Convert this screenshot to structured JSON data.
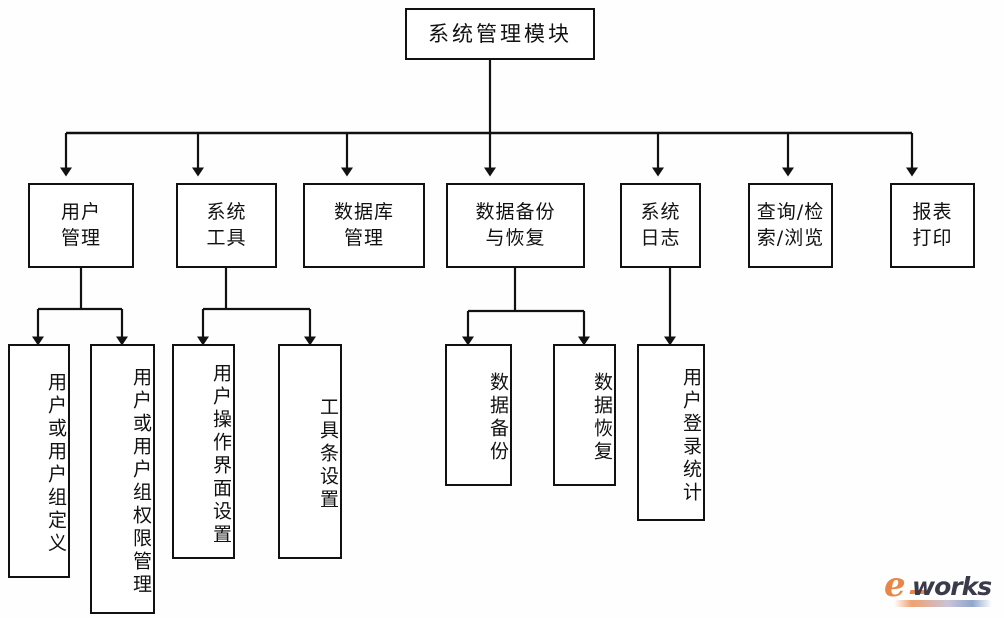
{
  "diagram": {
    "title": "系统管理模块",
    "root": {
      "label": "系统管理模块"
    },
    "level2": [
      {
        "label": "用户\n管理"
      },
      {
        "label": "系统\n工具"
      },
      {
        "label": "数据库\n管理"
      },
      {
        "label": "数据备份\n与恢复"
      },
      {
        "label": "系统\n日志"
      },
      {
        "label": "查询/检\n索/浏览"
      },
      {
        "label": "报表\n打印"
      }
    ],
    "level3": [
      {
        "label": "用户或用户组定义"
      },
      {
        "label": "用户或用户组权限管理"
      },
      {
        "label": "用户操作界面设置"
      },
      {
        "label": "工具条设置"
      },
      {
        "label": "数据备份"
      },
      {
        "label": "数据恢复"
      },
      {
        "label": "用户登录统计"
      }
    ]
  },
  "logo": {
    "e": "e",
    "works": "works"
  },
  "colors": {
    "line": "#111111",
    "box_fill": "#ffffff",
    "logo_orange": "#ea8548",
    "logo_dark": "#3a3a4a"
  }
}
